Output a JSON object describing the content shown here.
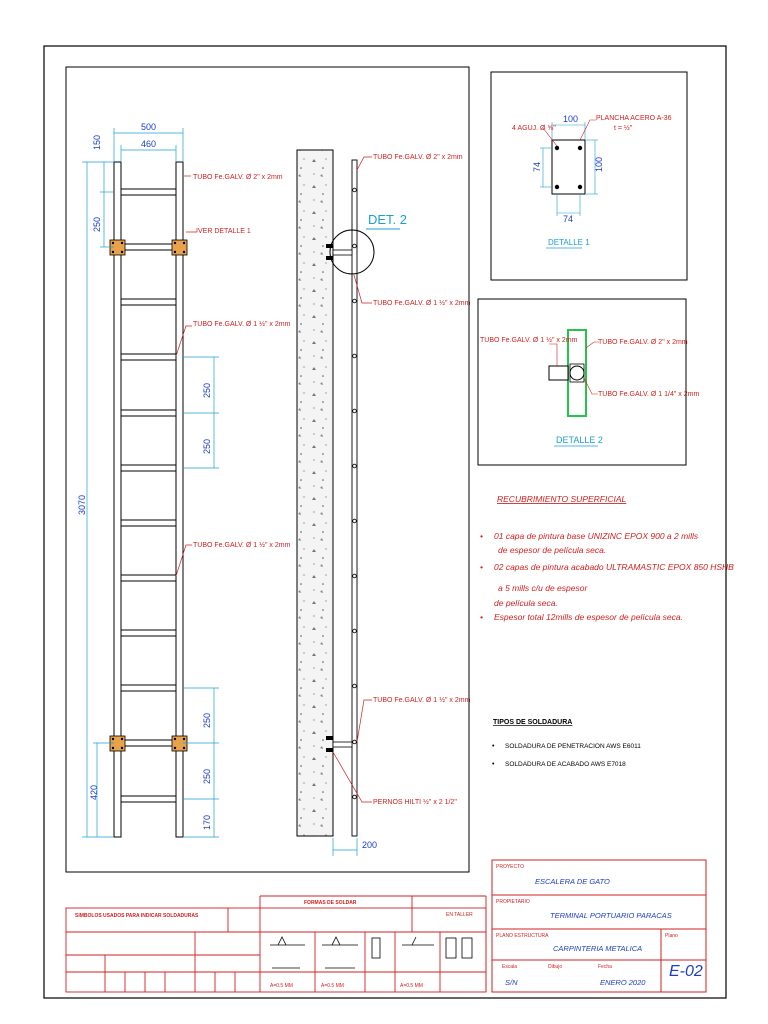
{
  "ladder": {
    "dims": {
      "width_outer": "500",
      "width_inner": "460",
      "top": "150",
      "spacing_top": "250",
      "total": "3070",
      "spacing_a": "250",
      "spacing_b": "250",
      "spacing_c": "250",
      "spacing_d": "250",
      "bottom_left": "420",
      "bottom": "170"
    },
    "labels": {
      "tubo_2": "TUBO Fe.GALV. Ø 2\" x 2mm",
      "ver_detalle": "VER DETALLE 1",
      "tubo_1a": "TUBO Fe.GALV. Ø 1 ½\" x 2mm",
      "tubo_1b": "TUBO Fe.GALV. Ø 1 ½\" x 2mm"
    }
  },
  "side": {
    "det_label": "DET. 2",
    "tubo_top": "TUBO Fe.GALV. Ø 2\" x 2mm",
    "tubo_mid": "TUBO Fe.GALV. Ø 1 ½\" x 2mm",
    "tubo_bottom": "TUBO Fe.GALV. Ø 1 ½\" x 2mm",
    "pernos": "PERNOS HILTI ½\" x 2 1/2\"",
    "dim_bottom": "200"
  },
  "detalle1": {
    "title": "DETALLE 1",
    "agujeros": "4 AGUJ. Ø ⅝\"",
    "plancha": "PLANCHA ACERO A-36",
    "espesor": "t = ½\"",
    "d_top": "100",
    "d_left": "74",
    "d_right": "100",
    "d_bottom": "74"
  },
  "detalle2": {
    "title": "DETALLE 2",
    "left": "TUBO Fe.GALV. Ø 1 ½\" x 2mm",
    "right_top": "TUBO Fe.GALV. Ø 2\" x 2mm",
    "right_bottom": "TUBO Fe.GALV. Ø 1 1/4\" x 2mm"
  },
  "recubrimiento": {
    "title": "RECUBRIMIENTO SUPERFICIAL",
    "items": [
      "01 capa de pintura base UNIZINC EPOX 900 a 2 mills",
      "de espesor de película seca.",
      "02 capas de pintura acabado ULTRAMASTIC EPOX 850 HSHB",
      "a 5 mills c/u de espesor",
      "de película seca.",
      "Espesor total 12mills de espesor de película seca."
    ]
  },
  "soldadura": {
    "title": "TIPOS DE SOLDADURA",
    "items": [
      "SOLDADURA DE PENETRACION AWS E6011",
      "SOLDADURA DE ACABADO   AWS E7018"
    ]
  },
  "titleblock": {
    "proyecto_label": "PROYECTO",
    "proyecto": "ESCALERA DE GATO",
    "propietario_label": "PROPIETARIO",
    "propietario": "TERMINAL PORTUARIO PARACAS",
    "plano_label": "PLANO ESTRUCTURA",
    "plano": "CARPINTERIA METALICA",
    "escala_label": "Escala",
    "escala": "S/N",
    "dibujo_label": "Dibujo",
    "fecha_label": "Fecha",
    "fecha": "ENERO 2020",
    "plano_num_label": "Plano",
    "plano_num": "E-02"
  },
  "weldtable": {
    "header": "FORMAS DE SOLDAR",
    "left_title": "SIMBOLOS USADOS PARA INDICAR SOLDADURAS",
    "ref": "EN TALLER",
    "cols": [
      "A=0.5 MM",
      "A=0.5 MM",
      "A=0.5 MM"
    ]
  },
  "colors": {
    "frame": "#000000",
    "red": "#d21f1f",
    "blue": "#1a3ec8",
    "cyan": "#1b9fd0",
    "orange": "#e8a24a",
    "green": "#27c24c"
  }
}
